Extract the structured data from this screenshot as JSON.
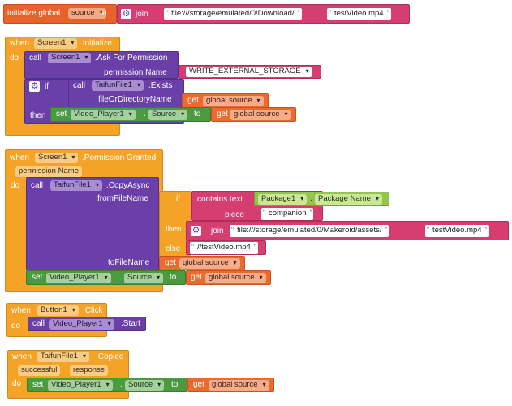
{
  "colors": {
    "event_orange": "#F4A326",
    "procedure_purple": "#6B3FA8",
    "text_pink": "#D63D71",
    "setter_green": "#4C9A3F",
    "getter_orange": "#ED6A2F",
    "global_init": "#E8632A",
    "lime_getter": "#92C549"
  },
  "global_init": {
    "label": "initialize global",
    "var": "source",
    "to": "to",
    "join": "join",
    "str1": "file:///storage/emulated/0/Download/",
    "str2": "testVideo.mp4"
  },
  "screen_init": {
    "when": "when",
    "component": "Screen1",
    "event": ".Initialize",
    "do": "do",
    "call": "call",
    "ask_component": "Screen1",
    "ask_method": ".Ask For Permission",
    "permission_label": "permission Name",
    "permission_value": "WRITE_EXTERNAL_STORAGE",
    "if": "if",
    "exists_call": "call",
    "exists_component": "TaifunFile1",
    "exists_method": ".Exists",
    "file_or_dir": "fileOrDirectoryName",
    "get": "get",
    "get_var": "global source",
    "then": "then",
    "set": "set",
    "set_component": "Video_Player1",
    "set_dot": ".",
    "set_property": "Source",
    "set_to": "to",
    "get2": "get",
    "get2_var": "global source"
  },
  "perm_granted": {
    "when": "when",
    "component": "Screen1",
    "event": ".Permission Granted",
    "param": "permission Name",
    "do": "do",
    "call": "call",
    "copy_component": "TaifunFile1",
    "copy_method": ".CopyAsync",
    "from_label": "fromFileName",
    "if": "if",
    "contains": "contains text",
    "pkg_component": "Package1",
    "pkg_dot": ".",
    "pkg_property": "Package Name",
    "piece": "piece",
    "piece_value": "companion",
    "then": "then",
    "join": "join",
    "join_str1": "file:///storage/emulated/0/Makeroid/assets/",
    "join_str2": "testVideo.mp4",
    "else": "else",
    "else_value": "//testVideo.mp4",
    "to_label": "toFileName",
    "get": "get",
    "get_var": "global source",
    "set": "set",
    "set_component": "Video_Player1",
    "set_dot": ".",
    "set_property": "Source",
    "set_to": "to",
    "get2": "get",
    "get2_var": "global source"
  },
  "button_click": {
    "when": "when",
    "component": "Button1",
    "event": ".Click",
    "do": "do",
    "call": "call",
    "call_component": "Video_Player1",
    "call_method": ".Start"
  },
  "copied": {
    "when": "when",
    "component": "TaifunFile1",
    "event": ".Copied",
    "param1": "successful",
    "param2": "response",
    "do": "do",
    "set": "set",
    "set_component": "Video_Player1",
    "set_dot": ".",
    "set_property": "Source",
    "set_to": "to",
    "get": "get",
    "get_var": "global source"
  }
}
